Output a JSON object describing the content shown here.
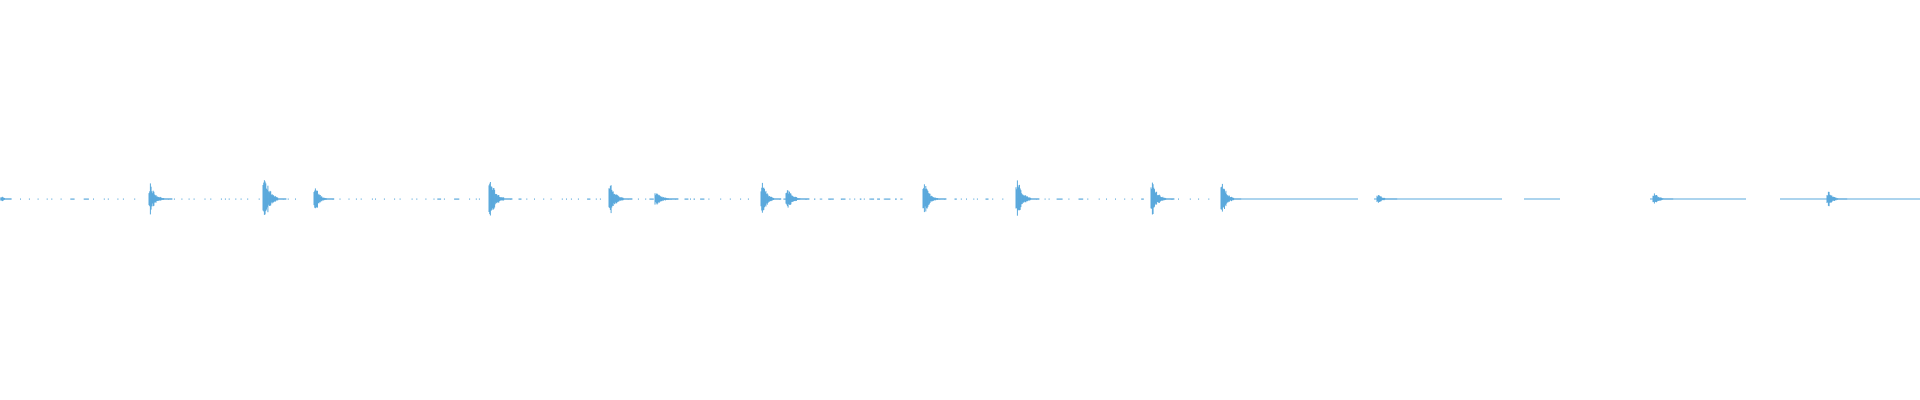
{
  "waveform": {
    "color": "#5aa9dc",
    "background": "#ffffff",
    "duration_s": 1920,
    "bursts": [
      {
        "t": 2,
        "amp": 0.02,
        "decay": 6
      },
      {
        "t": 150,
        "amp": 0.09,
        "decay": 14
      },
      {
        "t": 264,
        "amp": 0.16,
        "decay": 14
      },
      {
        "t": 315,
        "amp": 0.08,
        "decay": 12
      },
      {
        "t": 490,
        "amp": 0.14,
        "decay": 14
      },
      {
        "t": 610,
        "amp": 0.1,
        "decay": 14
      },
      {
        "t": 656,
        "amp": 0.05,
        "decay": 14
      },
      {
        "t": 762,
        "amp": 0.11,
        "decay": 12
      },
      {
        "t": 787,
        "amp": 0.07,
        "decay": 14
      },
      {
        "t": 924,
        "amp": 0.1,
        "decay": 14
      },
      {
        "t": 1017,
        "amp": 0.13,
        "decay": 14
      },
      {
        "t": 1152,
        "amp": 0.11,
        "decay": 14
      },
      {
        "t": 1222,
        "amp": 0.11,
        "decay": 12
      },
      {
        "t": 1378,
        "amp": 0.03,
        "decay": 12
      },
      {
        "t": 1654,
        "amp": 0.04,
        "decay": 12
      },
      {
        "t": 1828,
        "amp": 0.05,
        "decay": 12
      }
    ],
    "continuous_segments": [
      {
        "start": 0,
        "end": 6,
        "amp": 0.003
      },
      {
        "start": 1222,
        "end": 1358,
        "amp": 0.004
      },
      {
        "start": 1374,
        "end": 1502,
        "amp": 0.004
      },
      {
        "start": 1452,
        "end": 1502,
        "amp": 0.003
      },
      {
        "start": 1524,
        "end": 1560,
        "amp": 0.002
      },
      {
        "start": 1650,
        "end": 1746,
        "amp": 0.004
      },
      {
        "start": 1780,
        "end": 1920,
        "amp": 0.004
      }
    ],
    "sparse_noise": [
      {
        "start": 20,
        "end": 140,
        "amp": 0.003
      },
      {
        "start": 156,
        "end": 260,
        "amp": 0.003
      },
      {
        "start": 270,
        "end": 305,
        "amp": 0.003
      },
      {
        "start": 320,
        "end": 482,
        "amp": 0.003
      },
      {
        "start": 500,
        "end": 600,
        "amp": 0.003
      },
      {
        "start": 620,
        "end": 700,
        "amp": 0.003
      },
      {
        "start": 690,
        "end": 750,
        "amp": 0.003
      },
      {
        "start": 770,
        "end": 905,
        "amp": 0.003
      },
      {
        "start": 795,
        "end": 905,
        "amp": 0.003
      },
      {
        "start": 930,
        "end": 1010,
        "amp": 0.003
      },
      {
        "start": 1025,
        "end": 1145,
        "amp": 0.003
      },
      {
        "start": 1160,
        "end": 1212,
        "amp": 0.003
      }
    ]
  }
}
